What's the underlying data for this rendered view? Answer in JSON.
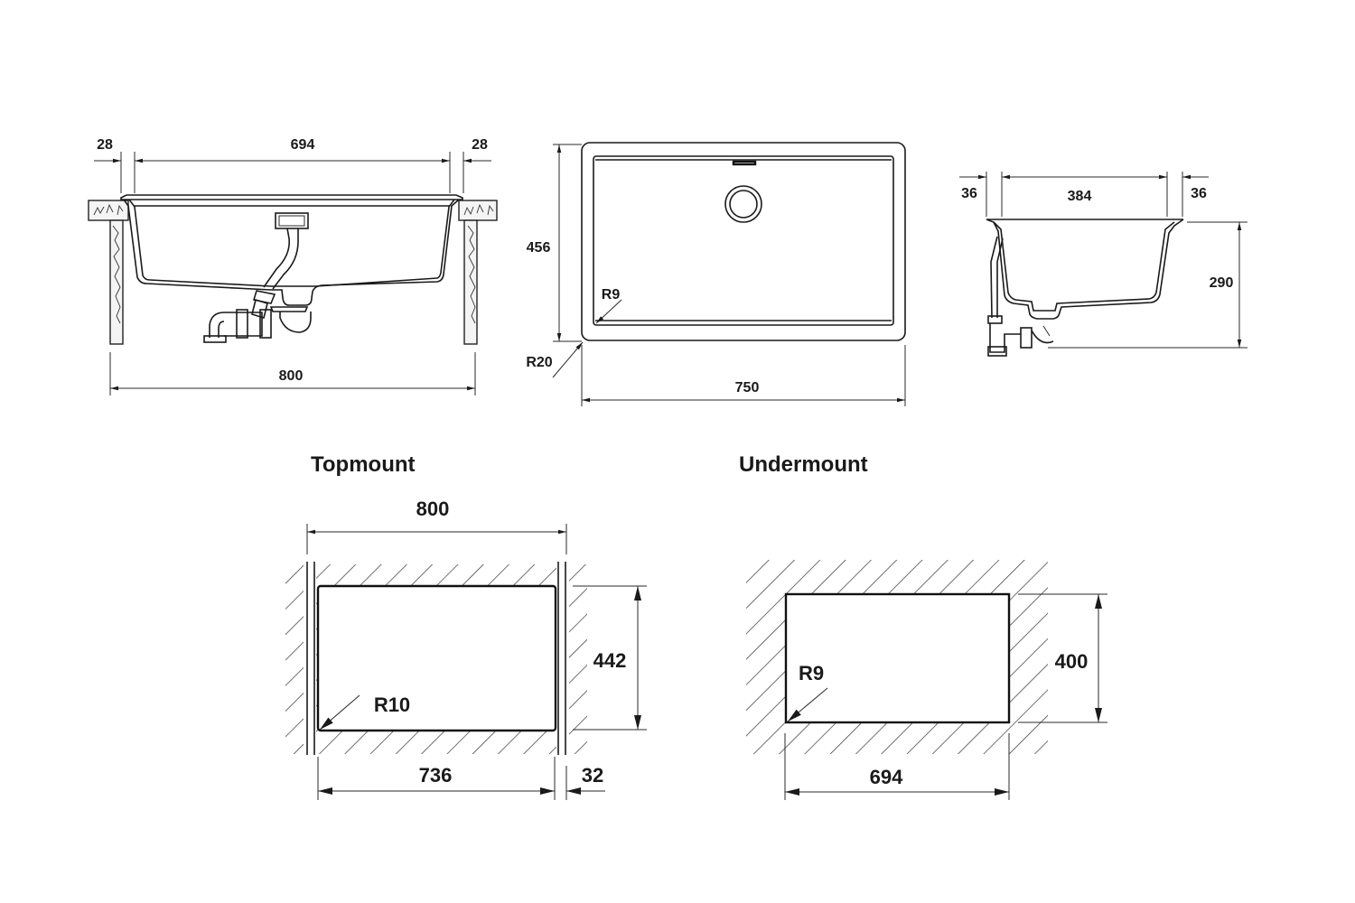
{
  "front_view": {
    "dim_left_flange": "28",
    "dim_inner_width": "694",
    "dim_right_flange": "28",
    "dim_overall_width": "800"
  },
  "top_view": {
    "dim_height": "456",
    "dim_width": "750",
    "dim_inner_radius": "R9",
    "dim_outer_radius": "R20"
  },
  "side_view": {
    "dim_left_flange": "36",
    "dim_inner_depth": "384",
    "dim_right_flange": "36",
    "dim_height": "290"
  },
  "topmount_cutout": {
    "title": "Topmount",
    "dim_overall_width": "800",
    "dim_height": "442",
    "dim_corner_radius": "R10",
    "dim_cutout_width": "736",
    "dim_margin": "32"
  },
  "undermount_cutout": {
    "title": "Undermount",
    "dim_height": "400",
    "dim_corner_radius": "R9",
    "dim_cutout_width": "694"
  },
  "colors": {
    "line": "#1a1a1a",
    "background": "#ffffff"
  }
}
